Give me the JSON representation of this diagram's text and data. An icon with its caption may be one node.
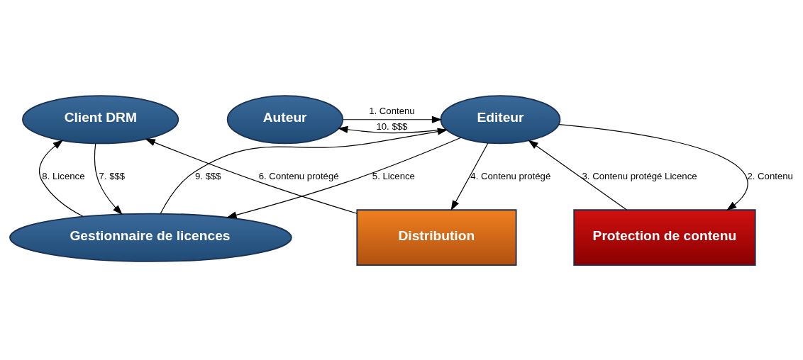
{
  "diagram": {
    "nodes": [
      {
        "text": [
          "Auteur"
        ]
      },
      {
        "text": [
          "Editeur"
        ]
      },
      {
        "text": [
          "Gestionnaire de licences"
        ]
      },
      {
        "text": [
          "Client DRM"
        ]
      },
      {
        "text": [
          "Protection de contenu"
        ]
      },
      {
        "text": [
          "Distribution"
        ]
      }
    ],
    "edges": [
      {
        "from": 0,
        "to": 1,
        "arrow": "to",
        "label": "1. Contenu"
      },
      {
        "from": 1,
        "to": 4,
        "arrow": "to",
        "label": "2. Contenu"
      },
      {
        "from": 4,
        "to": 1,
        "arrow": "to",
        "label": "3. Contenu protégé Licence"
      },
      {
        "from": 1,
        "to": 5,
        "arrow": "to",
        "label": "4. Contenu protégé"
      },
      {
        "from": 1,
        "to": 2,
        "arrow": "to",
        "label": "5. Licence"
      },
      {
        "from": 5,
        "to": 3,
        "arrow": "to",
        "label": "6. Contenu protégé"
      },
      {
        "from": 3,
        "to": 2,
        "arrow": "to",
        "label": "7. $$$"
      },
      {
        "from": 2,
        "to": 3,
        "arrow": "to",
        "label": "8. Licence"
      },
      {
        "from": 2,
        "to": 1,
        "arrow": "to",
        "label": "9. $$$"
      },
      {
        "from": 1,
        "to": 0,
        "arrow": "to",
        "label": "10. $$$"
      }
    ]
  }
}
